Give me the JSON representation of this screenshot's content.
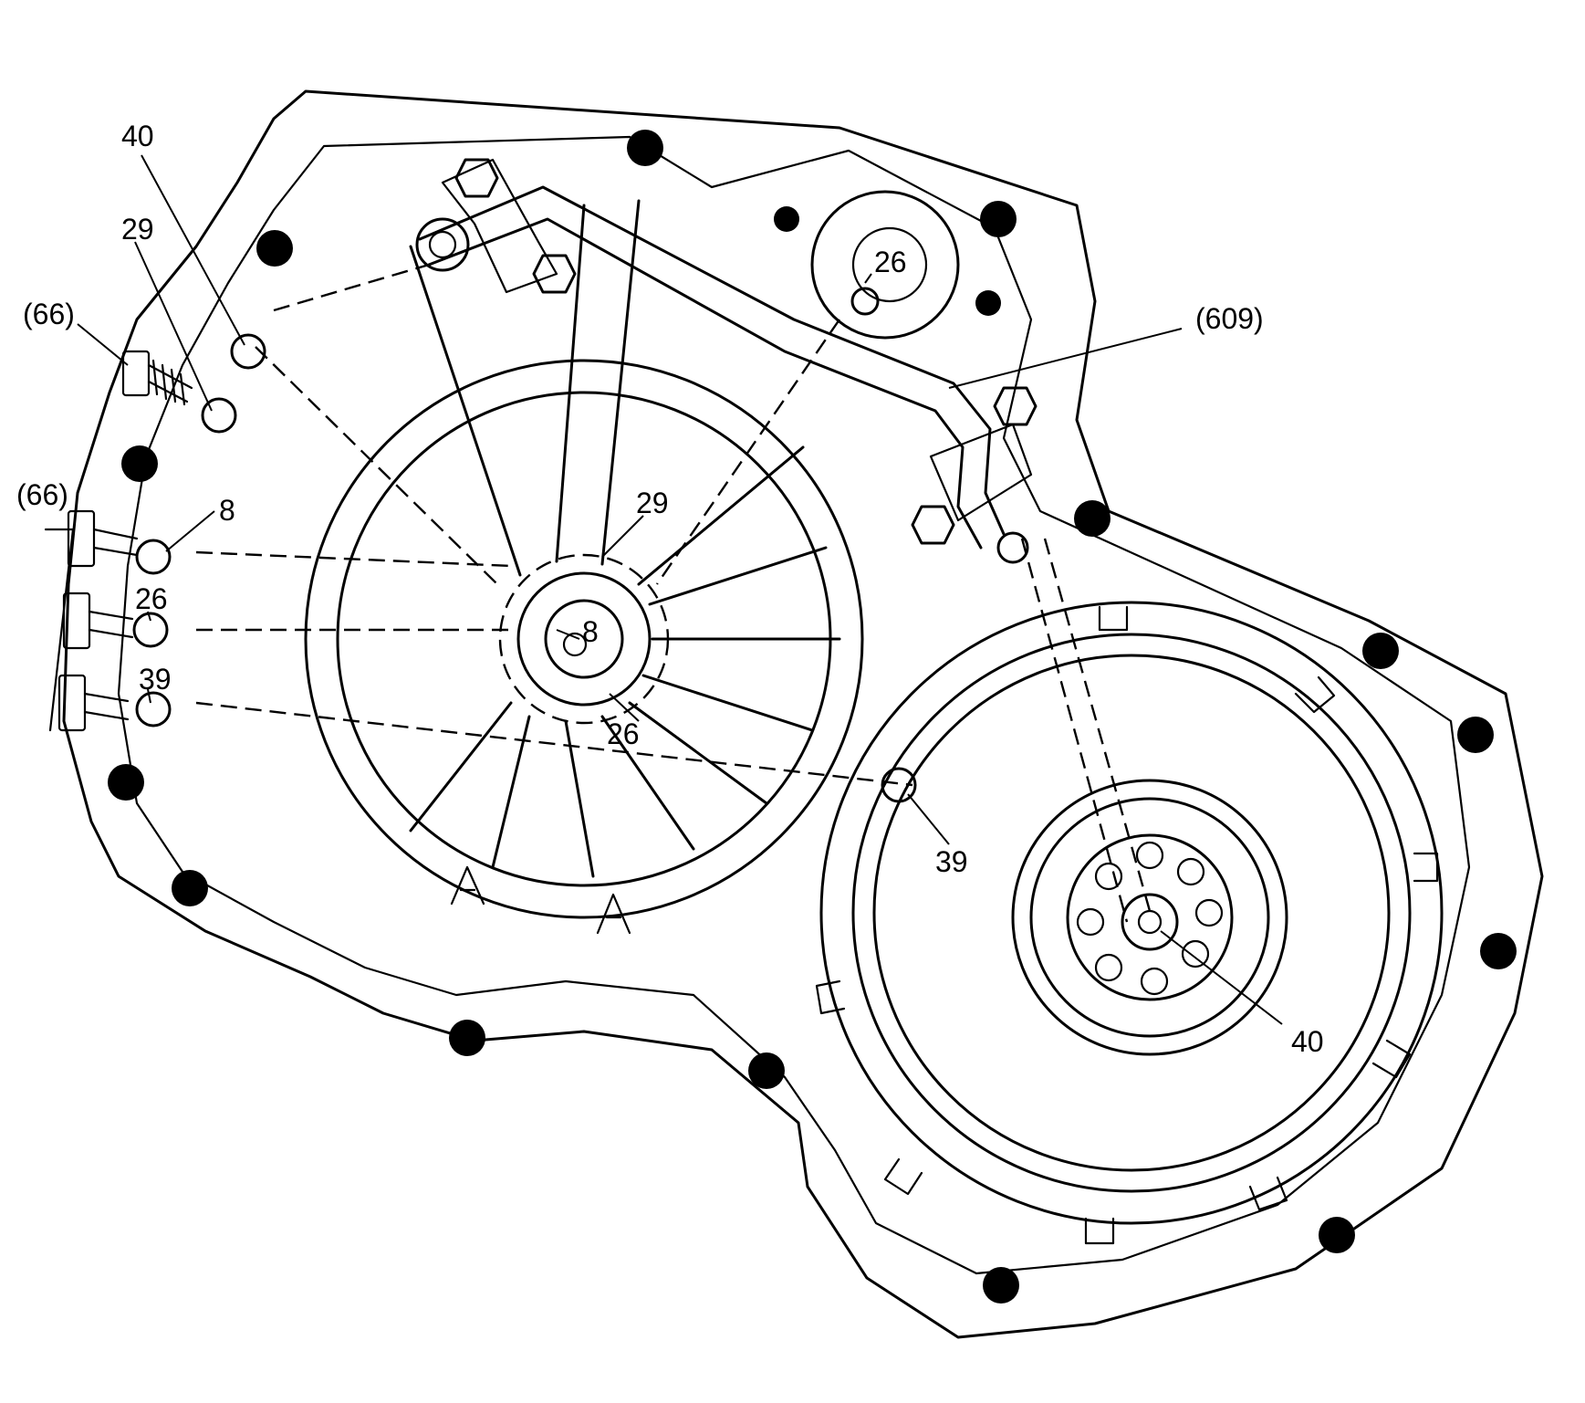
{
  "callouts": {
    "c40_top": "40",
    "c29_left": "29",
    "c66_upper": "(66)",
    "c66_lower": "(66)",
    "c8_left": "8",
    "c26_left": "26",
    "c39_left": "39",
    "c26_top": "26",
    "c609": "(609)",
    "c29_center": "29",
    "c8_center": "8",
    "c26_center": "26",
    "c39_right": "39",
    "c40_right": "40"
  }
}
